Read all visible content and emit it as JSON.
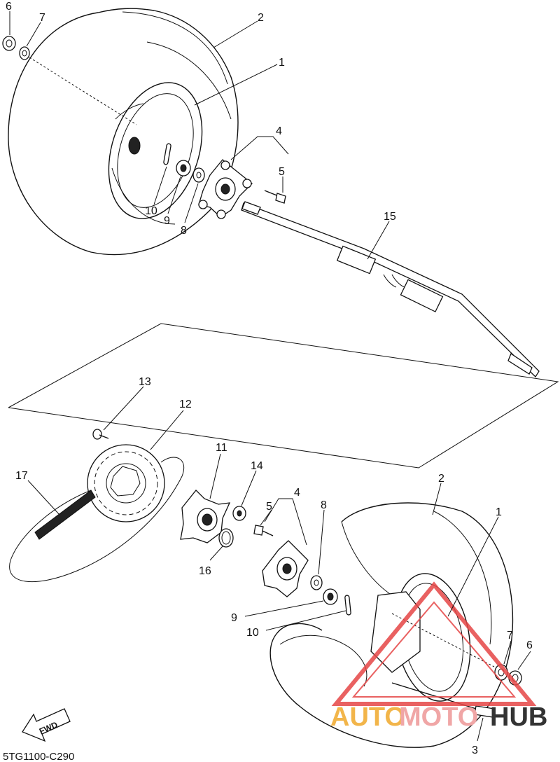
{
  "diagram_code": "5TG1100-C290",
  "fwd_label": "FWD",
  "watermark": {
    "part1": "AUTO",
    "part2": "MOTO",
    "part3": "HUB",
    "color_part1": "#f2b54a",
    "color_part2": "#f0a6a6",
    "color_part3": "#333333",
    "triangle_color": "#e64646"
  },
  "callouts": {
    "c6_top": "6",
    "c7_top": "7",
    "c2_top": "2",
    "c1_top": "1",
    "c4_top": "4",
    "c5_top": "5",
    "c10_top": "10",
    "c9_top": "9",
    "c8_top": "8",
    "c15": "15",
    "c13": "13",
    "c12": "12",
    "c17": "17",
    "c11": "11",
    "c14": "14",
    "c16": "16",
    "c4_bot": "4",
    "c5_bot": "5",
    "c8_bot": "8",
    "c2_bot": "2",
    "c1_bot": "1",
    "c9_bot": "9",
    "c10_bot": "10",
    "c7_bot": "7",
    "c6_bot": "6",
    "c3": "3"
  }
}
